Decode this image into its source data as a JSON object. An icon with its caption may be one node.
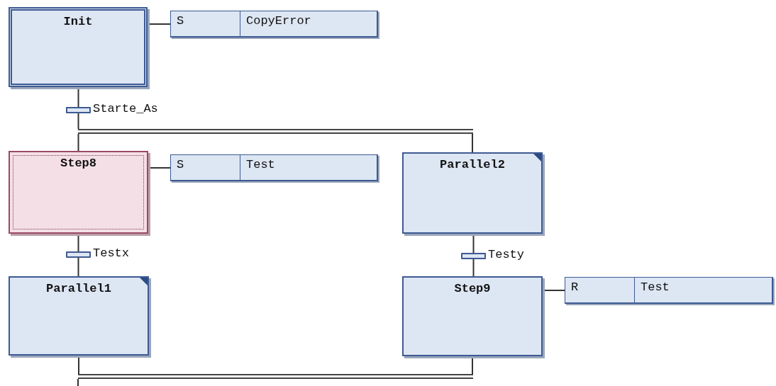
{
  "diagram": {
    "nodes": [
      {
        "text": [
          "Init"
        ]
      },
      {
        "text": [
          "S",
          "CopyError"
        ]
      },
      {
        "text": [],
        "shape": "bar",
        "beside": [
          "Starte_As"
        ]
      },
      {
        "text": [],
        "shape": "line"
      },
      {
        "text": [
          "Step8"
        ]
      },
      {
        "text": [
          "S",
          "Test"
        ]
      },
      {
        "text": [
          "Parallel2"
        ]
      },
      {
        "text": [],
        "shape": "bar",
        "beside": [
          "Testx"
        ]
      },
      {
        "text": [
          "Parallel1"
        ]
      },
      {
        "text": [],
        "shape": "bar",
        "beside": [
          "Testy"
        ]
      },
      {
        "text": [
          "Step9"
        ]
      },
      {
        "text": [
          "R",
          "Test"
        ]
      },
      {
        "text": [],
        "shape": "line"
      }
    ],
    "edges": [
      {
        "from": 0,
        "to": 2,
        "arrow": "none"
      },
      {
        "from": 2,
        "to": 3,
        "arrow": "none"
      },
      {
        "from": 3,
        "to": 4,
        "arrow": "none"
      },
      {
        "from": 3,
        "to": 6,
        "arrow": "none"
      },
      {
        "from": 4,
        "to": 7,
        "arrow": "none"
      },
      {
        "from": 7,
        "to": 8,
        "arrow": "none"
      },
      {
        "from": 6,
        "to": 9,
        "arrow": "none"
      },
      {
        "from": 9,
        "to": 10,
        "arrow": "none"
      },
      {
        "from": 8,
        "to": 12,
        "arrow": "none"
      },
      {
        "from": 10,
        "to": 12,
        "arrow": "none"
      },
      {
        "from": 12,
        "to": null,
        "arrow": "none"
      },
      {
        "from": 0,
        "to": 1,
        "arrow": "none"
      },
      {
        "from": 4,
        "to": 5,
        "arrow": "none"
      },
      {
        "from": 10,
        "to": 11,
        "arrow": "none"
      }
    ]
  }
}
